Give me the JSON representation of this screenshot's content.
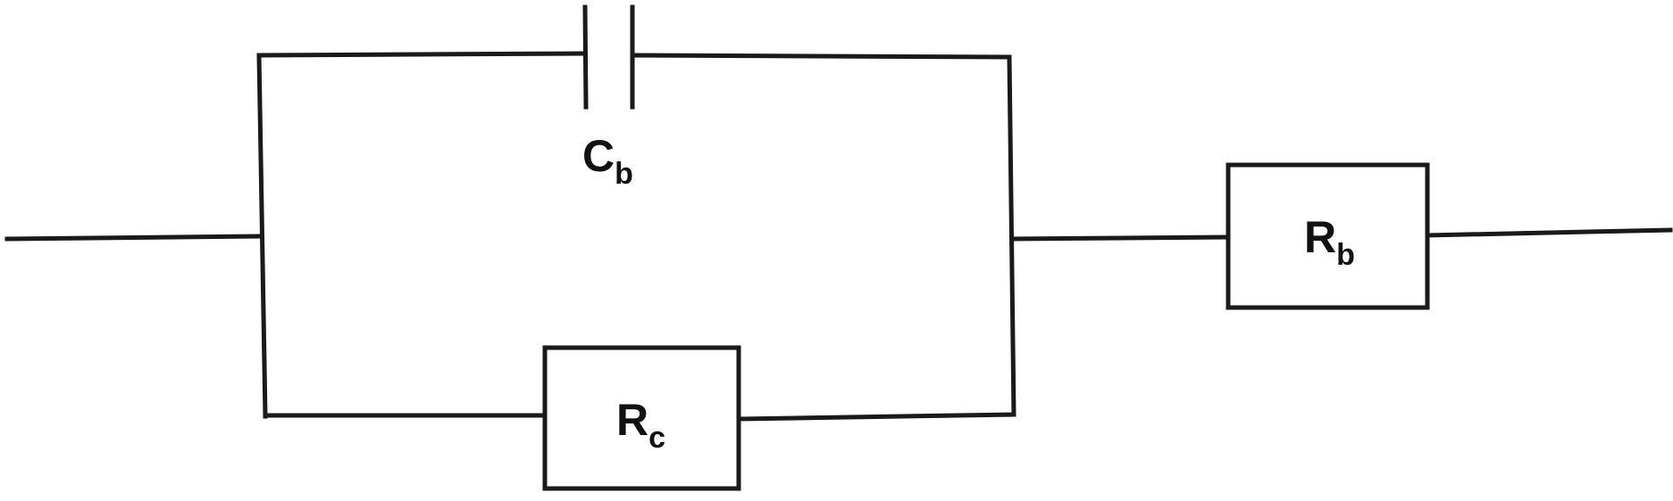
{
  "components": {
    "capacitor_cb": {
      "symbol": "C",
      "subscript": "b"
    },
    "resistor_rc": {
      "symbol": "R",
      "subscript": "c"
    },
    "resistor_rb": {
      "symbol": "R",
      "subscript": "b"
    }
  },
  "colors": {
    "stroke": "#1a1a1a",
    "background": "#ffffff"
  }
}
